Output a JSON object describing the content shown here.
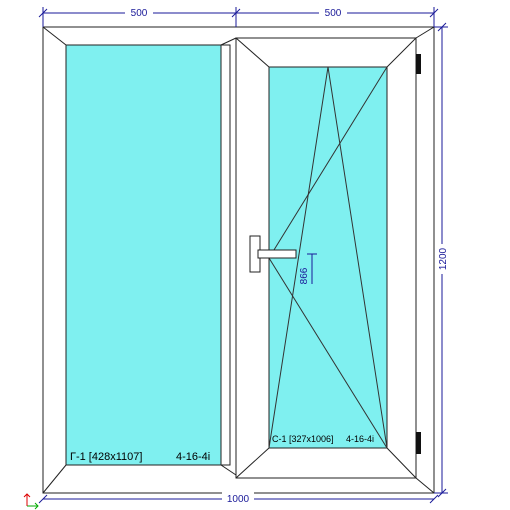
{
  "dimensions": {
    "top_left": "500",
    "top_right": "500",
    "bottom": "1000",
    "right": "1200",
    "handle_height": "866"
  },
  "labels": {
    "fixed_pane": "Г-1 [428x1107]",
    "fixed_glass": "4-16-4i",
    "sash_pane": "С-1 [327x1006]",
    "sash_glass": "4-16-4i"
  },
  "colors": {
    "glass": "#7ff0f0",
    "dimension": "#1a1a99",
    "frame": "#222222",
    "axis_x": "#00aa00",
    "axis_y": "#dd0000"
  },
  "icons": [
    "hinge-icon",
    "handle-icon",
    "axis-origin-icon"
  ]
}
